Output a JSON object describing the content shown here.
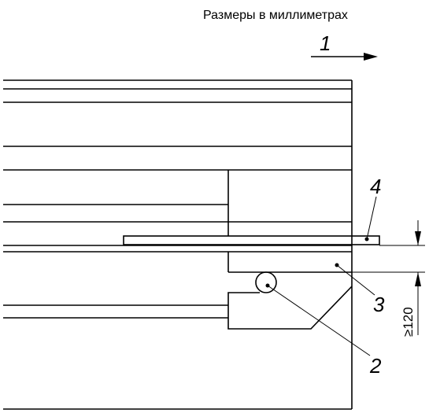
{
  "units_note": "Размеры в миллиметрах",
  "direction_label": "1",
  "callouts": {
    "c2": "2",
    "c3": "3",
    "c4": "4"
  },
  "dimension_label": "≥120"
}
